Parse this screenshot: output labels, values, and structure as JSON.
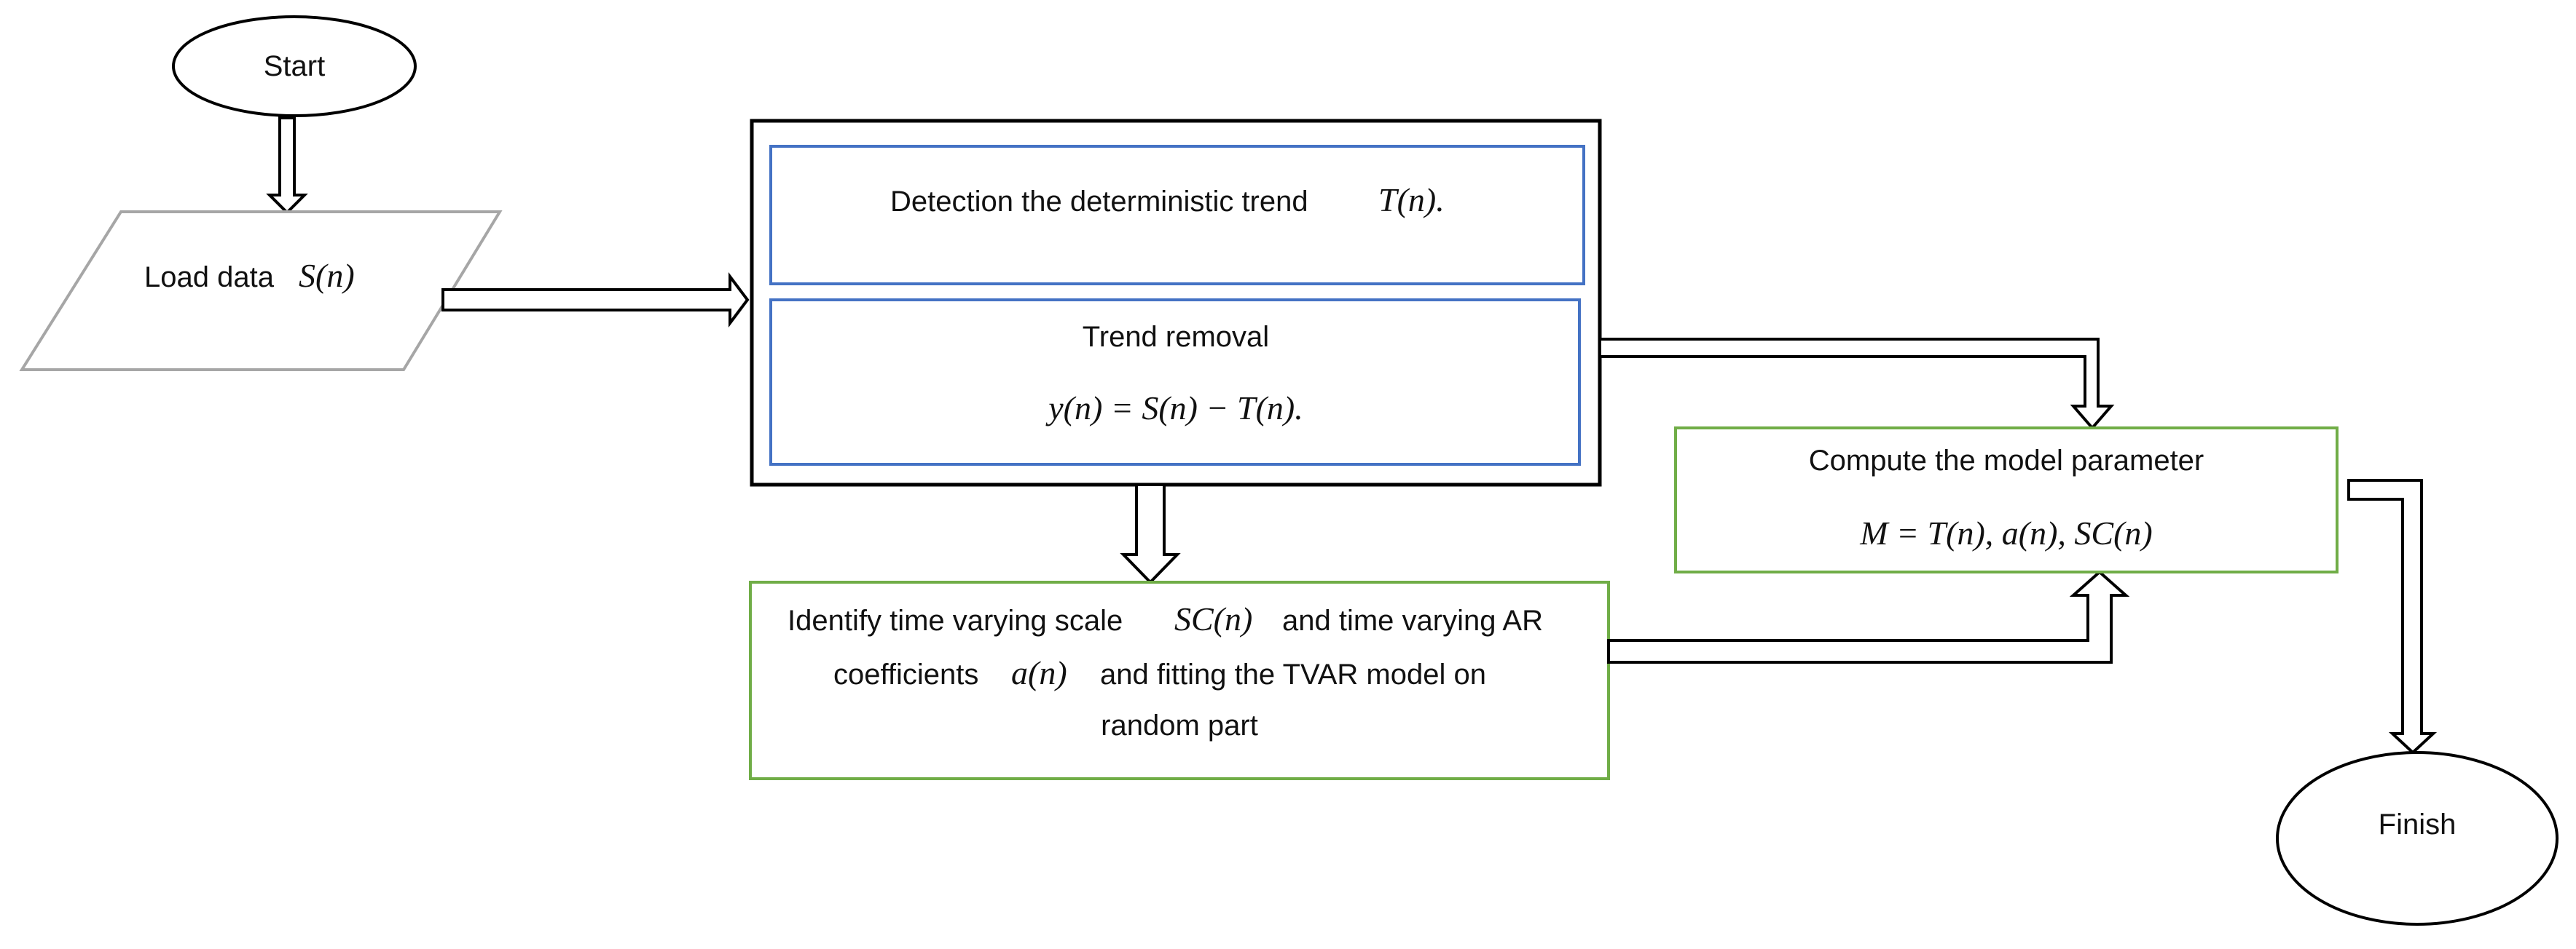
{
  "colors": {
    "stroke_black": "#000000",
    "stroke_gray": "#a6a6a6",
    "stroke_blue": "#4472c4",
    "stroke_green": "#70ad47",
    "background": "#ffffff"
  },
  "nodes": {
    "start": {
      "label": "Start"
    },
    "load_data": {
      "label": "Load data",
      "math": "S(n)"
    },
    "detect_trend": {
      "label": "Detection the deterministic trend",
      "math": "T(n)."
    },
    "trend_removal": {
      "label": "Trend removal",
      "math": "y(n) = S(n) − T(n)."
    },
    "identify": {
      "line1_a": "Identify time varying scale",
      "line1_math": "SC(n)",
      "line1_b": "and time varying AR",
      "line2_a": "coefficients",
      "line2_math": "a(n)",
      "line2_b": "and fitting the TVAR model on",
      "line3": "random part"
    },
    "compute": {
      "label": "Compute the model parameter",
      "math": "M = T(n), a(n), SC(n)"
    },
    "finish": {
      "label": "Finish"
    }
  }
}
